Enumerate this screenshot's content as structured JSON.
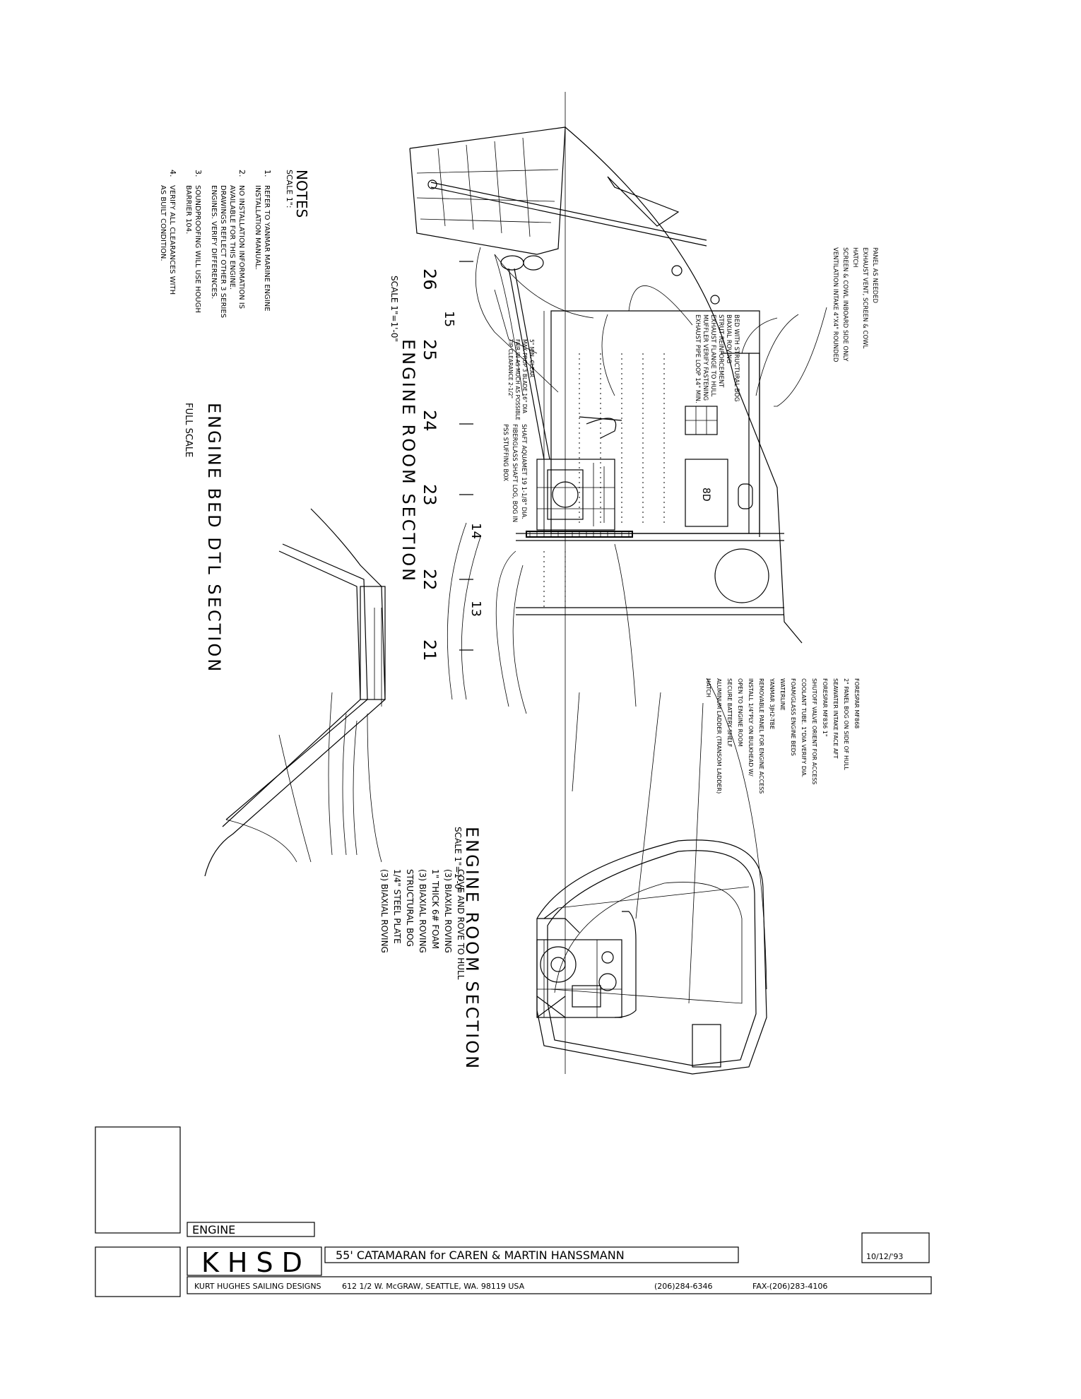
{
  "notes": {
    "title": "NOTES",
    "scale": "SCALE 1\":",
    "items": [
      {
        "num": "1.",
        "lines": [
          "REFER TO YANMAR MARINE ENGINE",
          "INSTALLATION MANUAL."
        ]
      },
      {
        "num": "2.",
        "lines": [
          "NO INSTALLATION INFORMATION IS",
          "AVAILABLE FOR THIS ENGINE.",
          "DRAWINGS REFLECT OTHER 3 SERIES",
          "ENGINES.  VERIFY DIFFERENCES."
        ]
      },
      {
        "num": "3.",
        "lines": [
          "SOUNDPROOFING WILL USE HOUGH",
          "BARRIER 104."
        ]
      },
      {
        "num": "4.",
        "lines": [
          "VERIFY ALL CLEARANCES WITH",
          "AS BUILT CONDITION."
        ]
      }
    ]
  },
  "engine_room_side": {
    "title": "ENGINE ROOM SECTION",
    "scale": "SCALE 1\"=1'-0\"",
    "stations": [
      "26",
      "25",
      "24",
      "23",
      "22",
      "21"
    ],
    "frames": [
      "15",
      "14",
      "13"
    ],
    "battery": "8D",
    "callouts_upper": [
      "VENTILATION INTAKE 4\"X4\" ROUNDED",
      "SCREEN & COWL INBOARD SIDE ONLY",
      "HATCH",
      "EXHAUST VENT, SCREEN & COWL",
      "PANEL AS NEEDED"
    ],
    "callouts_mid": [
      "EXHAUST PIPE LOOP 14\" MIN.",
      "MUFFLER VERIFY FASTENING",
      "EXHAUST FLANGE TO HULL",
      "STRUT REINFORCEMENT",
      "BIAXIAL ROVING",
      "BED WITH STRUCTURAL BOG"
    ],
    "callouts_prop": [
      "TIP CLEARANCE 2-1/2\"",
      "FAIR IN AS MUCH AS POSSIBLE",
      "MAX PROP 3 BLADE 16\" DIA",
      "5\" MIN. CLEAR"
    ],
    "callouts_shaft": [
      "PSS  STUFFING BOX",
      "FIBERGLASS SHAFT LOG, BOG IN",
      "SHAFT AQUAMET 19 1-1/8\" DIA."
    ],
    "callouts_lower": [
      "HATCH",
      "ALUMINUM LADDER (TRANSOM LADDER)",
      "SECURE BATTERY SHELF",
      "OPEN TO ENGINE ROOM",
      "INSTALL 1/4\"PLY ON BULKHEAD W/",
      "REMOVABLE PANEL FOR ENGINE ACCESS",
      "YANMAR 3JH2-TBE",
      "WATERLINE",
      "FOAM/GLASS ENGINE BEDS",
      "COOLANT TUBE. 1\"DIA VERIFY DIA.",
      "SHUTOFF VALVE ORIENT FOR ACCESS",
      "FORESPAR MF836 1\"",
      "SEAWATER INTAKE FACE AFT",
      "2\" PANEL BOG ON SIDE OF HULL",
      "FORESPAR MF868"
    ]
  },
  "engine_room_cross": {
    "title": "ENGINE ROOM SECTION",
    "scale": "SCALE 1\"=1'-0\""
  },
  "engine_bed": {
    "title": "ENGINE BED DTL SECTION",
    "scale": "FULL SCALE",
    "callouts": [
      "(3) BIAXIAL ROVING",
      "1/4\" STEEL PLATE",
      "STRUCTURAL BOG",
      "(3) BIAXIAL ROVING",
      "1\" THICK 6# FOAM",
      "(3) BIAXIAL ROVING",
      "COVE AND ROVE TO HULL"
    ]
  },
  "title_block": {
    "sheet": "ENGINE",
    "logo": "KHSD",
    "project": "55' CATAMARAN for CAREN & MARTIN HANSSMANN",
    "date": "10/12/'93",
    "company": "KURT HUGHES SAILING DESIGNS",
    "address": "612 1/2 W. McGRAW, SEATTLE, WA. 98119  USA",
    "phone": "(206)284-6346",
    "fax": "FAX-(206)283-4106"
  }
}
